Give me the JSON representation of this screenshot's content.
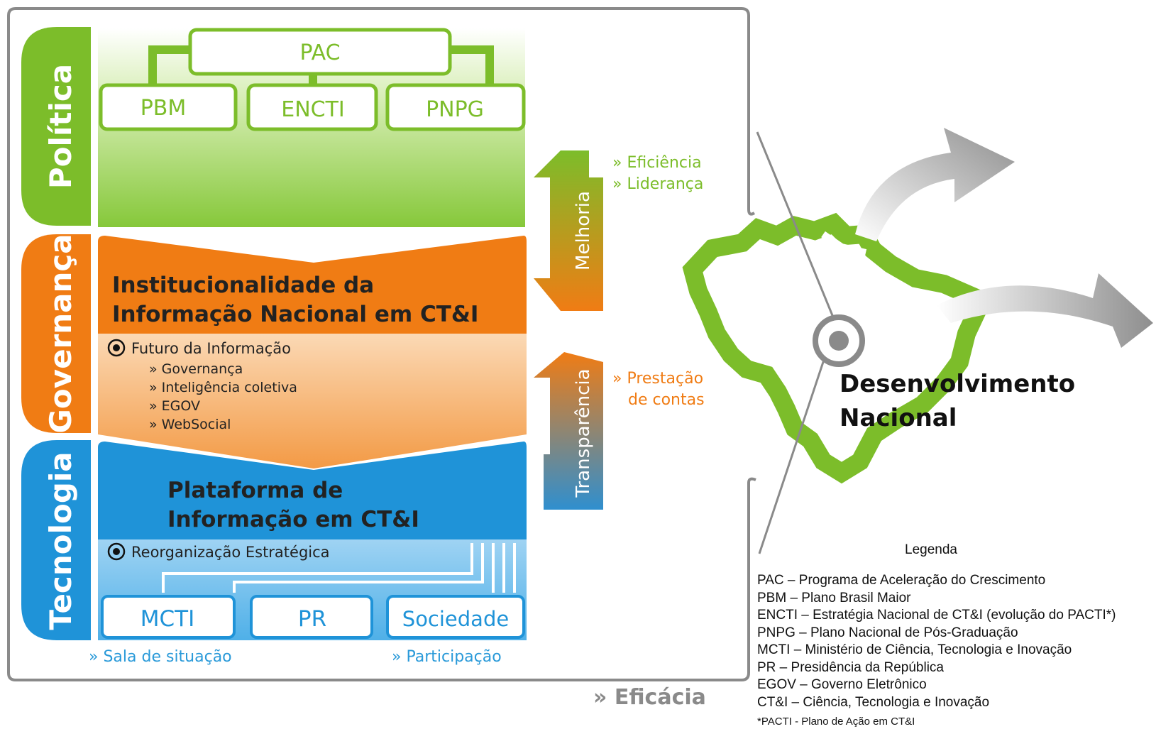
{
  "policy": {
    "side_label": "Política",
    "top_box": "PAC",
    "boxes": [
      "PBM",
      "ENCTI",
      "PNPG"
    ]
  },
  "governance": {
    "side_label": "Governança",
    "title_line1": "Institucionalidade da",
    "title_line2": "Informação Nacional em CT&I",
    "bullet": "Futuro da Informação",
    "items": [
      "» Governança",
      "» Inteligência coletiva",
      "» EGOV",
      "» WebSocial"
    ]
  },
  "technology": {
    "side_label": "Tecnologia",
    "title_line1": "Plataforma de",
    "title_line2": "Informação em CT&I",
    "bullet": "Reorganização Estratégica",
    "boxes": [
      "MCTI",
      "PR",
      "Sociedade"
    ],
    "footer_left": "» Sala de situação",
    "footer_right": "» Participação"
  },
  "arrows": {
    "improvement": "Melhoria",
    "improvement_notes": [
      "» Eficiência",
      "» Liderança"
    ],
    "transparency": "Transparência",
    "transparency_notes": [
      "» Prestação",
      "de contas"
    ]
  },
  "efficacy": "» Eficácia",
  "outcome": {
    "line1": "Desenvolvimento",
    "line2": "Nacional"
  },
  "legend": {
    "title": "Legenda",
    "entries": [
      "PAC – Programa de Aceleração do Crescimento",
      "PBM – Plano Brasil Maior",
      "ENCTI – Estratégia Nacional de CT&I (evolução do PACTI*)",
      "PNPG – Plano Nacional de Pós-Graduação",
      "MCTI – Ministério de Ciência, Tecnologia e Inovação",
      "PR – Presidência da República",
      "EGOV – Governo Eletrônico",
      "CT&I – Ciência, Tecnologia e Inovação"
    ],
    "note": "*PACTI - Plano de Ação em CT&I"
  },
  "colors": {
    "green": "#7cbd2a",
    "orange": "#f07c14",
    "light_orange": "#f6b577",
    "blue": "#1f93d8",
    "dark_blue": "#1578c3",
    "frame": "#8a8a8a",
    "gray_arrow": "#9a9a9a"
  }
}
